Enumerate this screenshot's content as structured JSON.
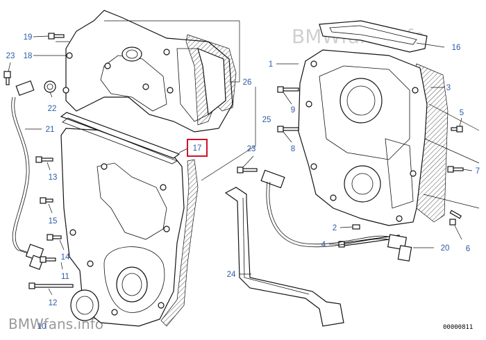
{
  "watermark_top": "BMWfans.info",
  "watermark_bottom": "BMWfans.info",
  "diagram_code": "00000811",
  "highlight_color": "#d0112b",
  "callout_color": "#2b5aa6",
  "callouts": {
    "c1": "1",
    "c2": "2",
    "c3": "3",
    "c4": "4",
    "c5": "5",
    "c6": "6",
    "c7": "7",
    "c8": "8",
    "c9": "9",
    "c10": "10",
    "c11": "11",
    "c12": "12",
    "c13": "13",
    "c14": "14",
    "c15": "15",
    "c16": "16",
    "c17": "17",
    "c18": "18",
    "c19": "19",
    "c20": "20",
    "c21": "21",
    "c22": "22",
    "c23a": "23",
    "c23b": "23",
    "c24": "24",
    "c25": "25",
    "c26": "26"
  }
}
